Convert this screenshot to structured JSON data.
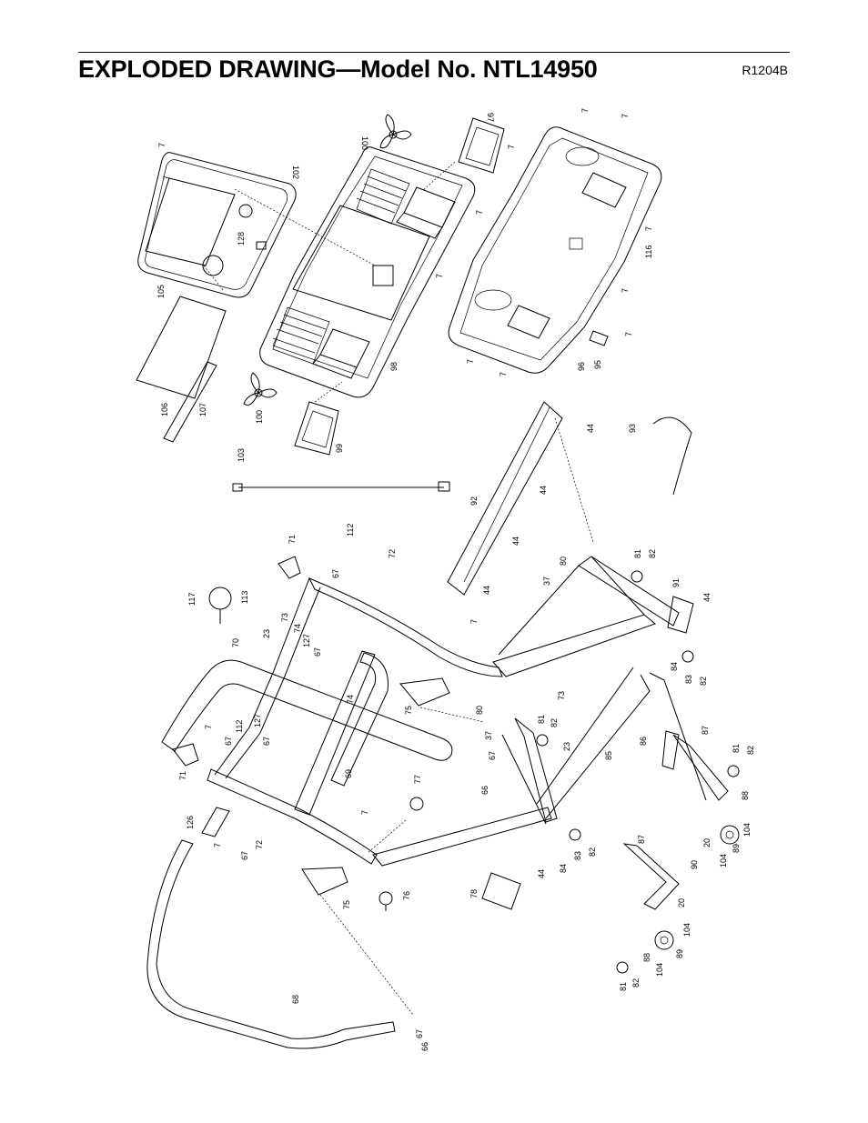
{
  "header": {
    "title": "EXPLODED DRAWING—Model No. NTL14950",
    "revision": "R1204B"
  },
  "parts": [
    {
      "id": "p7a",
      "num": "7"
    },
    {
      "id": "p7b",
      "num": "7"
    },
    {
      "id": "p7c",
      "num": "7"
    },
    {
      "id": "p7d",
      "num": "7"
    },
    {
      "id": "p7e",
      "num": "7"
    },
    {
      "id": "p7f",
      "num": "7"
    },
    {
      "id": "p7g",
      "num": "7"
    },
    {
      "id": "p7h",
      "num": "7"
    },
    {
      "id": "p7i",
      "num": "7"
    },
    {
      "id": "p7j",
      "num": "7"
    },
    {
      "id": "p7k",
      "num": "7"
    },
    {
      "id": "p7l",
      "num": "7"
    },
    {
      "id": "p7m",
      "num": "7"
    },
    {
      "id": "p7n",
      "num": "7"
    },
    {
      "id": "p7o",
      "num": "7"
    },
    {
      "id": "p7p",
      "num": "7"
    },
    {
      "id": "p100a",
      "num": "100"
    },
    {
      "id": "p100b",
      "num": "100"
    },
    {
      "id": "p97",
      "num": "97"
    },
    {
      "id": "p102",
      "num": "102"
    },
    {
      "id": "p128",
      "num": "128"
    },
    {
      "id": "p105",
      "num": "105"
    },
    {
      "id": "p106",
      "num": "106"
    },
    {
      "id": "p107",
      "num": "107"
    },
    {
      "id": "p98",
      "num": "98"
    },
    {
      "id": "p99",
      "num": "99"
    },
    {
      "id": "p96",
      "num": "96"
    },
    {
      "id": "p95",
      "num": "95"
    },
    {
      "id": "p116",
      "num": "116"
    },
    {
      "id": "p103",
      "num": "103"
    },
    {
      "id": "p93",
      "num": "93"
    },
    {
      "id": "p92",
      "num": "92"
    },
    {
      "id": "p44a",
      "num": "44"
    },
    {
      "id": "p44b",
      "num": "44"
    },
    {
      "id": "p44c",
      "num": "44"
    },
    {
      "id": "p44d",
      "num": "44"
    },
    {
      "id": "p44e",
      "num": "44"
    },
    {
      "id": "p44f",
      "num": "44"
    },
    {
      "id": "p71a",
      "num": "71"
    },
    {
      "id": "p71b",
      "num": "71"
    },
    {
      "id": "p112a",
      "num": "112"
    },
    {
      "id": "p112b",
      "num": "112"
    },
    {
      "id": "p72a",
      "num": "72"
    },
    {
      "id": "p72b",
      "num": "72"
    },
    {
      "id": "p67a",
      "num": "67"
    },
    {
      "id": "p67b",
      "num": "67"
    },
    {
      "id": "p67c",
      "num": "67"
    },
    {
      "id": "p67d",
      "num": "67"
    },
    {
      "id": "p67e",
      "num": "67"
    },
    {
      "id": "p67f",
      "num": "67"
    },
    {
      "id": "p67g",
      "num": "67"
    },
    {
      "id": "p117",
      "num": "117"
    },
    {
      "id": "p113",
      "num": "113"
    },
    {
      "id": "p23a",
      "num": "23"
    },
    {
      "id": "p23b",
      "num": "23"
    },
    {
      "id": "p73a",
      "num": "73"
    },
    {
      "id": "p73b",
      "num": "73"
    },
    {
      "id": "p74a",
      "num": "74"
    },
    {
      "id": "p74b",
      "num": "74"
    },
    {
      "id": "p127a",
      "num": "127"
    },
    {
      "id": "p127b",
      "num": "127"
    },
    {
      "id": "p70",
      "num": "70"
    },
    {
      "id": "p75a",
      "num": "75"
    },
    {
      "id": "p75b",
      "num": "75"
    },
    {
      "id": "p80a",
      "num": "80"
    },
    {
      "id": "p80b",
      "num": "80"
    },
    {
      "id": "p37a",
      "num": "37"
    },
    {
      "id": "p37b",
      "num": "37"
    },
    {
      "id": "p81a",
      "num": "81"
    },
    {
      "id": "p81b",
      "num": "81"
    },
    {
      "id": "p81c",
      "num": "81"
    },
    {
      "id": "p81d",
      "num": "81"
    },
    {
      "id": "p82a",
      "num": "82"
    },
    {
      "id": "p82b",
      "num": "82"
    },
    {
      "id": "p82c",
      "num": "82"
    },
    {
      "id": "p82d",
      "num": "82"
    },
    {
      "id": "p82e",
      "num": "82"
    },
    {
      "id": "p82f",
      "num": "82"
    },
    {
      "id": "p91",
      "num": "91"
    },
    {
      "id": "p83a",
      "num": "83"
    },
    {
      "id": "p83b",
      "num": "83"
    },
    {
      "id": "p84a",
      "num": "84"
    },
    {
      "id": "p84b",
      "num": "84"
    },
    {
      "id": "p85",
      "num": "85"
    },
    {
      "id": "p86",
      "num": "86"
    },
    {
      "id": "p87a",
      "num": "87"
    },
    {
      "id": "p87b",
      "num": "87"
    },
    {
      "id": "p88a",
      "num": "88"
    },
    {
      "id": "p88b",
      "num": "88"
    },
    {
      "id": "p104a",
      "num": "104"
    },
    {
      "id": "p104b",
      "num": "104"
    },
    {
      "id": "p104c",
      "num": "104"
    },
    {
      "id": "p104d",
      "num": "104"
    },
    {
      "id": "p89a",
      "num": "89"
    },
    {
      "id": "p89b",
      "num": "89"
    },
    {
      "id": "p20a",
      "num": "20"
    },
    {
      "id": "p20b",
      "num": "20"
    },
    {
      "id": "p90",
      "num": "90"
    },
    {
      "id": "p69",
      "num": "69"
    },
    {
      "id": "p66a",
      "num": "66"
    },
    {
      "id": "p66b",
      "num": "66"
    },
    {
      "id": "p77",
      "num": "77"
    },
    {
      "id": "p76",
      "num": "76"
    },
    {
      "id": "p78",
      "num": "78"
    },
    {
      "id": "p126",
      "num": "126"
    },
    {
      "id": "p68",
      "num": "68"
    }
  ]
}
